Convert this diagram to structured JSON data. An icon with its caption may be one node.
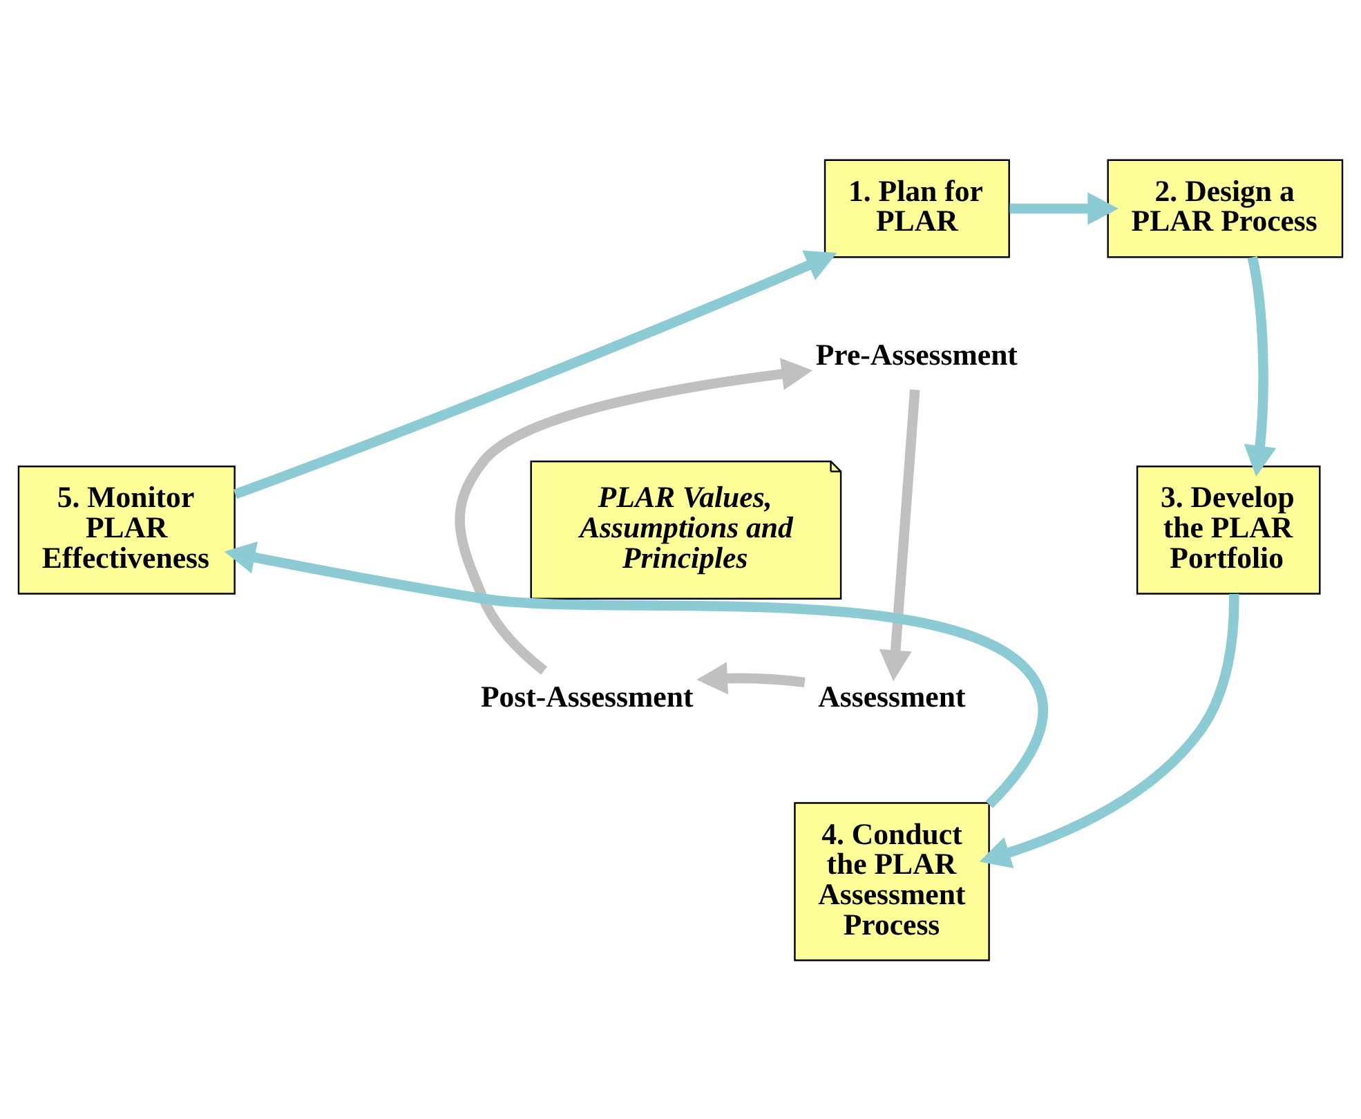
{
  "diagram": {
    "nodes": [
      {
        "text": [
          "1. Plan for PLAR"
        ]
      },
      {
        "text": [
          "2. Design a PLAR Process"
        ]
      },
      {
        "text": [
          "Pre-Assessment"
        ]
      },
      {
        "text": [
          "PLAR Values, Assumptions and Principles"
        ]
      },
      {
        "text": [
          "3. Develop the PLAR Portfolio"
        ]
      },
      {
        "text": [
          "5. Monitor PLAR Effectiveness"
        ]
      },
      {
        "text": [
          "Post-Assessment"
        ]
      },
      {
        "text": [
          "Assessment"
        ]
      },
      {
        "text": [
          "4. Conduct the PLAR Assessment Process"
        ]
      }
    ],
    "edges": [
      {
        "from": 0,
        "to": 1,
        "arrow": "to"
      },
      {
        "from": 1,
        "to": 4,
        "arrow": "to"
      },
      {
        "from": 4,
        "to": 8,
        "arrow": "to"
      },
      {
        "from": 8,
        "to": 5,
        "arrow": "to"
      },
      {
        "from": 5,
        "to": 0,
        "arrow": "to"
      },
      {
        "from": 2,
        "to": 7,
        "arrow": "to",
        "color": "#c0c0c0"
      },
      {
        "from": 7,
        "to": 6,
        "arrow": "to",
        "color": "#c0c0c0"
      },
      {
        "from": 6,
        "to": 2,
        "arrow": "to",
        "color": "#c0c0c0"
      }
    ]
  }
}
